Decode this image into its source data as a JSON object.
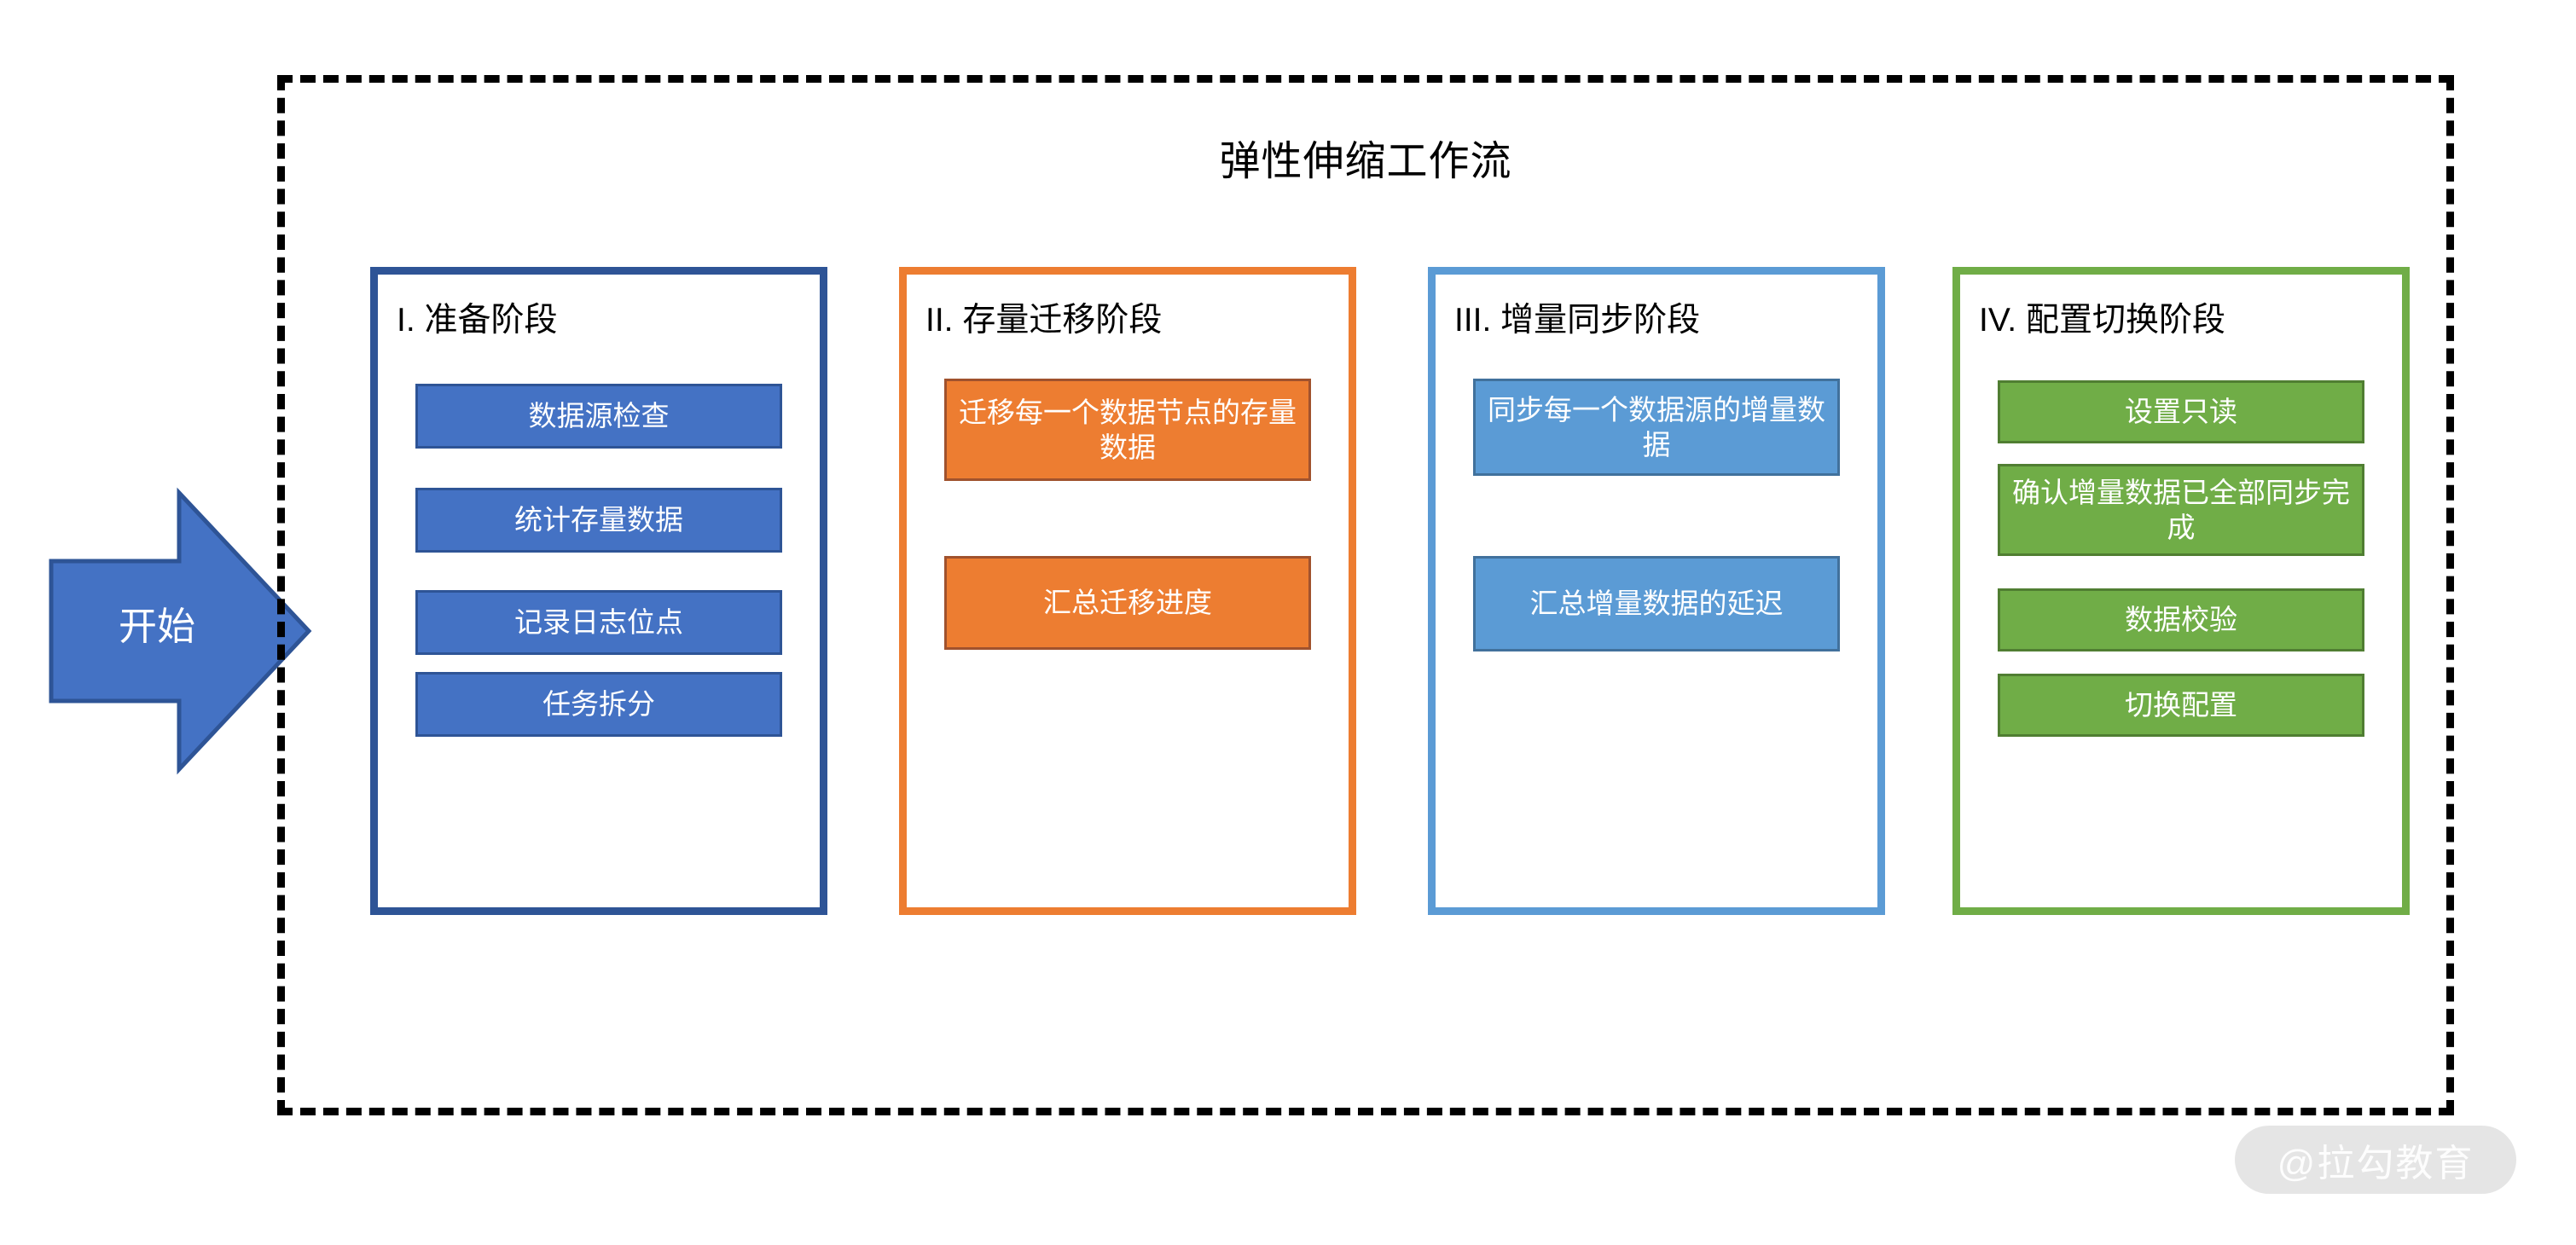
{
  "diagram": {
    "title": "弹性伸缩工作流",
    "start": {
      "label": "开始",
      "icon": "right-arrow-shape",
      "color": "#4472C4"
    },
    "watermark": "@拉勾教育",
    "colors": {
      "phase1_border": "#2E5496",
      "phase1_fill": "#4472C4",
      "phase2_border": "#ED7D31",
      "phase2_fill": "#ED7D31",
      "phase3_border": "#5B9BD5",
      "phase3_fill": "#5B9BD5",
      "phase4_border": "#70AD47",
      "phase4_fill": "#70AD47",
      "frame_border": "#000000",
      "background": "#FFFFFF"
    },
    "phases": [
      {
        "title": "I. 准备阶段",
        "tasks": [
          {
            "label": "数据源检查"
          },
          {
            "label": "统计存量数据"
          },
          {
            "label": "记录日志位点"
          },
          {
            "label": "任务拆分"
          }
        ]
      },
      {
        "title": "II. 存量迁移阶段",
        "tasks": [
          {
            "label": "迁移每一个数据节点的存量数据"
          },
          {
            "label": "汇总迁移进度"
          }
        ]
      },
      {
        "title": "III. 增量同步阶段",
        "tasks": [
          {
            "label": "同步每一个数据源的增量数据"
          },
          {
            "label": "汇总增量数据的延迟"
          }
        ]
      },
      {
        "title": "IV. 配置切换阶段",
        "tasks": [
          {
            "label": "设置只读"
          },
          {
            "label": "确认增量数据已全部同步完成"
          },
          {
            "label": "数据校验"
          },
          {
            "label": "切换配置"
          }
        ]
      }
    ]
  }
}
